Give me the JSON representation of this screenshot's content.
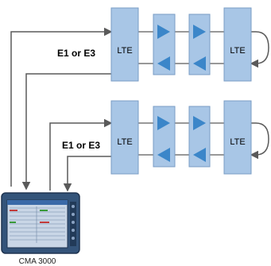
{
  "rows": [
    {
      "link_label": "E1 or E3",
      "left_box_label": "LTE",
      "right_box_label": "LTE"
    },
    {
      "link_label": "E1 or E3",
      "left_box_label": "LTE",
      "right_box_label": "LTE"
    }
  ],
  "device": {
    "label": "CMA 3000"
  },
  "colors": {
    "box_fill": "#a8c6e6",
    "box_stroke": "#7a9cc4",
    "arrow_fill": "#3b86c9",
    "line": "#5a5a5a",
    "device_body": "#34547a",
    "device_screen": "#c9d6e6"
  }
}
